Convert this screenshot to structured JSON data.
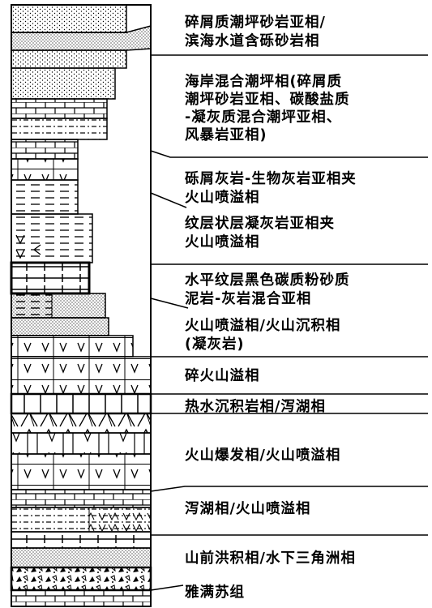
{
  "facies_labels": [
    {
      "lines": [
        "碎屑质潮坪砂岩亚相/",
        "滨海水道含砾砂岩相"
      ]
    },
    {
      "lines": [
        "海岸混合潮坪相(碎屑质",
        "潮坪砂岩亚相、碳酸盐质",
        "-凝灰质混合潮坪亚相、",
        "风暴岩亚相)"
      ]
    },
    {
      "lines": [
        "砾屑灰岩-生物灰岩亚相夹",
        "火山喷溢相"
      ]
    },
    {
      "lines": [
        "纹层状层凝灰岩亚相夹",
        "火山喷溢相"
      ]
    },
    {
      "lines": [
        "水平纹层黑色碳质粉砂质",
        "泥岩-灰岩混合亚相"
      ]
    },
    {
      "lines": [
        "火山喷溢相/火山沉积相",
        "(凝灰岩)"
      ]
    },
    {
      "lines": [
        "碎火山溢相"
      ]
    },
    {
      "lines": [
        "热水沉积岩相/泻湖相"
      ]
    },
    {
      "lines": [
        "火山爆发相/火山喷溢相"
      ]
    },
    {
      "lines": [
        "泻湖相/火山喷溢相"
      ]
    },
    {
      "lines": [
        "山前洪积相/水下三角洲相"
      ]
    },
    {
      "lines": [
        "雅满苏组"
      ]
    }
  ]
}
